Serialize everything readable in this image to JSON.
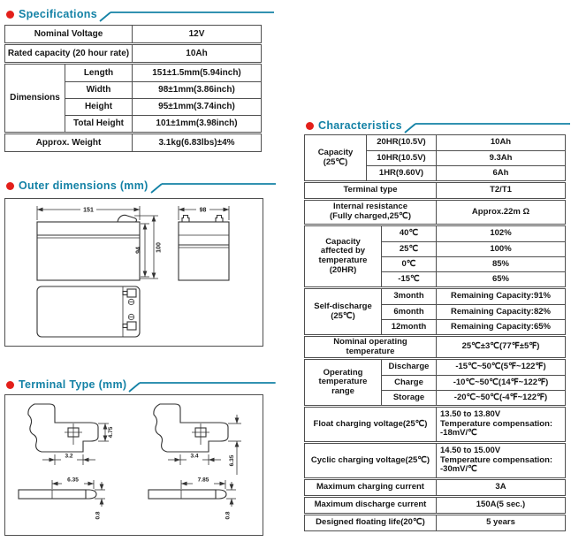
{
  "colors": {
    "accent_teal": "#1482a6",
    "bullet_red": "#e3201b",
    "table_border": "#4f4f4f"
  },
  "specifications": {
    "title": "Specifications",
    "nominal_voltage": {
      "label": "Nominal Voltage",
      "value": "12V"
    },
    "rated_capacity": {
      "label": "Rated capacity (20 hour rate)",
      "value": "10Ah"
    },
    "dimensions": {
      "label": "Dimensions",
      "rows": [
        {
          "label": "Length",
          "value": "151±1.5mm(5.94inch)"
        },
        {
          "label": "Width",
          "value": "98±1mm(3.86inch)"
        },
        {
          "label": "Height",
          "value": "95±1mm(3.74inch)"
        },
        {
          "label": "Total Height",
          "value": "101±1mm(3.98inch)"
        }
      ]
    },
    "weight": {
      "label": "Approx. Weight",
      "value": "3.1kg(6.83lbs)±4%"
    }
  },
  "outer_dimensions": {
    "title": "Outer dimensions (mm)",
    "length": "151",
    "width": "98",
    "height_case": "94",
    "height_total": "100"
  },
  "terminal_type": {
    "title": "Terminal Type (mm)",
    "t1": {
      "blade_height": "4.75",
      "slot_offset": "3.2",
      "blade_length": "6.35",
      "thickness": "0.8"
    },
    "t2": {
      "slot_offset": "3.4",
      "blade_length": "7.85",
      "blade_height": "6.35",
      "thickness": "0.8"
    }
  },
  "characteristics": {
    "title": "Characteristics",
    "capacity": {
      "label_line1": "Capacity",
      "label_line2": "(25℃)",
      "rows": [
        {
          "cond": "20HR(10.5V)",
          "value": "10Ah"
        },
        {
          "cond": "10HR(10.5V)",
          "value": "9.3Ah"
        },
        {
          "cond": "1HR(9.60V)",
          "value": "6Ah"
        }
      ]
    },
    "terminal": {
      "label": "Terminal type",
      "value": "T2/T1"
    },
    "internal_resistance": {
      "label_line1": "Internal resistance",
      "label_line2": "(Fully charged,25℃)",
      "value": "Approx.22m Ω"
    },
    "capacity_temperature": {
      "label_line1": "Capacity",
      "label_line2": "affected by",
      "label_line3": "temperature",
      "label_line4": "(20HR)",
      "rows": [
        {
          "cond": "40℃",
          "value": "102%"
        },
        {
          "cond": "25℃",
          "value": "100%"
        },
        {
          "cond": "0℃",
          "value": "85%"
        },
        {
          "cond": "-15℃",
          "value": "65%"
        }
      ]
    },
    "self_discharge": {
      "label_line1": "Self-discharge",
      "label_line2": "(25℃)",
      "rows": [
        {
          "cond": "3month",
          "value": "Remaining Capacity:91%"
        },
        {
          "cond": "6month",
          "value": "Remaining Capacity:82%"
        },
        {
          "cond": "12month",
          "value": "Remaining Capacity:65%"
        }
      ]
    },
    "nominal_temperature": {
      "label_line1": "Nominal operating",
      "label_line2": "temperature",
      "value": "25℃±3℃(77℉±5℉)"
    },
    "operating_range": {
      "label_line1": "Operating",
      "label_line2": "temperature",
      "label_line3": "range",
      "rows": [
        {
          "cond": "Discharge",
          "value": "-15℃~50℃(5℉~122℉)"
        },
        {
          "cond": "Charge",
          "value": "-10℃~50℃(14℉~122℉)"
        },
        {
          "cond": "Storage",
          "value": "-20℃~50℃(-4℉~122℉)"
        }
      ]
    },
    "float_charging": {
      "label": "Float charging voltage(25℃)",
      "value_line1": "13.50 to 13.80V",
      "value_line2": "Temperature compensation:",
      "value_line3": "-18mV/℃"
    },
    "cyclic_charging": {
      "label": "Cyclic charging voltage(25℃)",
      "value_line1": "14.50 to 15.00V",
      "value_line2": "Temperature compensation:",
      "value_line3": "-30mV/℃"
    },
    "max_charging_current": {
      "label": "Maximum charging current",
      "value": "3A"
    },
    "max_discharge_current": {
      "label": "Maximum discharge current",
      "value": "150A(5 sec.)"
    },
    "design_life": {
      "label": "Designed floating life(20℃)",
      "value": "5 years"
    }
  }
}
